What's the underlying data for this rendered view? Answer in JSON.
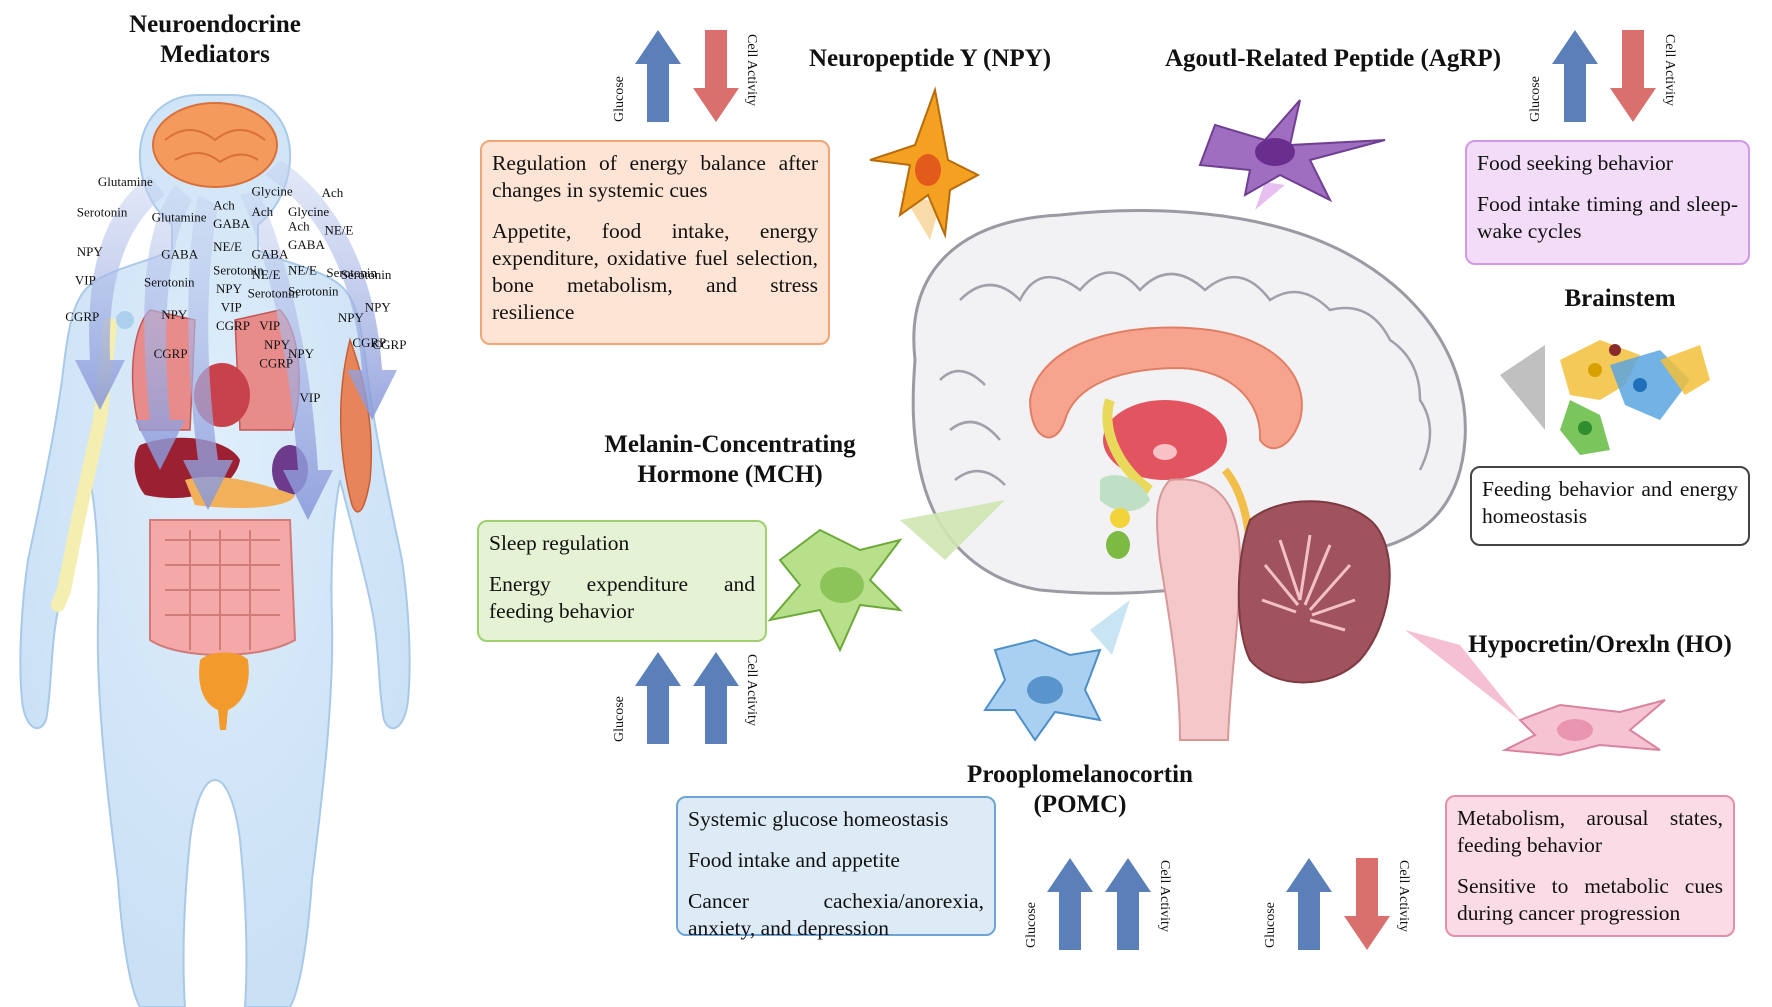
{
  "left_title": "Neuroendocrine Mediators",
  "mediators": [
    "Glutamine",
    "Serotonin",
    "NPY",
    "VIP",
    "CGRP",
    "Glutamine",
    "GABA",
    "Serotonin",
    "NPY",
    "CGRP",
    "Ach",
    "GABA",
    "NE/E",
    "Serotonin",
    "NPY",
    "VIP",
    "CGRP",
    "Glycine",
    "Ach",
    "GABA",
    "NE/E",
    "Serotonin",
    "VIP",
    "NPY",
    "CGRP",
    "Glycine",
    "Ach",
    "GABA",
    "NE/E",
    "Serotonin",
    "NPY",
    "VIP",
    "Ach",
    "NE/E",
    "Serotonin",
    "NPY",
    "CGRP",
    "Serotonin",
    "NPY",
    "CGRP"
  ],
  "arrow_labels": {
    "glucose": "Glucose",
    "cell_activity": "Cell Activity"
  },
  "colors": {
    "up_arrow": "#5b7fb8",
    "down_arrow": "#d9706e"
  },
  "npy": {
    "title": "Neuropeptide Y (NPY)",
    "glucose": "up",
    "cell_activity": "down",
    "lines": [
      "Regulation of energy balance after changes in systemic cues",
      "Appetite, food intake, energy expenditure, oxidative fuel selection, bone metabolism, and stress resilience"
    ],
    "color": "#f4a582"
  },
  "agrp": {
    "title": "Agoutl-Related Peptide (AgRP)",
    "glucose": "up",
    "cell_activity": "down",
    "lines": [
      "Food seeking behavior",
      "Food intake timing and sleep-wake cycles"
    ],
    "color": "#d9a6e8"
  },
  "brainstem": {
    "title": "Brainstem",
    "lines": [
      "Feeding behavior and energy homeostasis"
    ],
    "color": "#444444"
  },
  "mch": {
    "title_lines": [
      "Melanin-Concentrating",
      "Hormone (MCH)"
    ],
    "glucose": "up",
    "cell_activity": "up",
    "lines": [
      "Sleep regulation",
      "Energy expenditure and feeding behavior"
    ],
    "color": "#a6d27a"
  },
  "pomc": {
    "title_lines": [
      "Prooplomelanocortin",
      "(POMC)"
    ],
    "glucose": "up",
    "cell_activity": "up",
    "lines": [
      "Systemic glucose homeostasis",
      "Food intake and appetite",
      "Cancer cachexia/anorexia, anxiety, and depression"
    ],
    "color": "#8fc0e0"
  },
  "ho": {
    "title": "Hypocretin/Orexln (HO)",
    "glucose": "up",
    "cell_activity": "down",
    "lines": [
      "Metabolism, arousal states, feeding behavior",
      "Sensitive to metabolic cues during cancer progression"
    ],
    "color": "#e89ab8"
  }
}
